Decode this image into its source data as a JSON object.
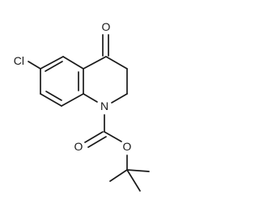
{
  "structure": {
    "atoms": {
      "carbonyl_oxygen": "O",
      "chlorine": "Cl",
      "ring_nitrogen": "N",
      "carbamate_carbonyl_oxygen": "O",
      "ester_oxygen": "O"
    },
    "colors": {
      "bond": "#1a1a1a",
      "label": "#1a1a1a",
      "background": "#ffffff"
    }
  }
}
